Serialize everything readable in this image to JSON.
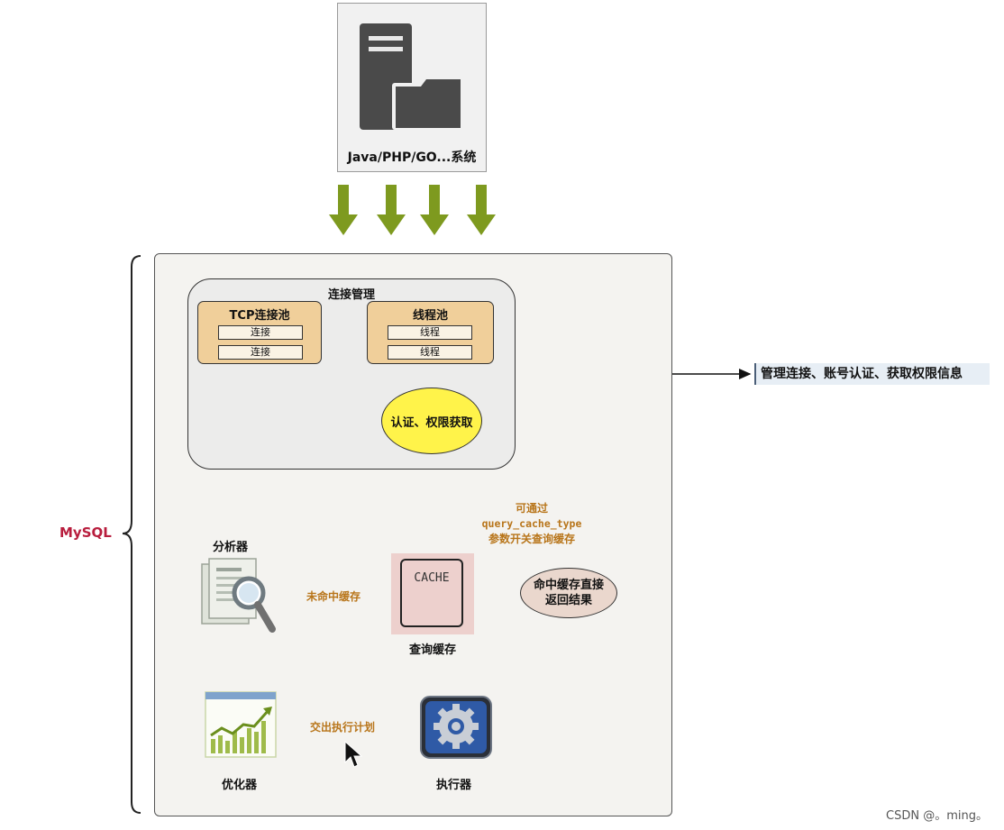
{
  "client": {
    "label": "Java/PHP/GO...系统"
  },
  "mysql": {
    "label": "MySQL"
  },
  "connection_management": {
    "title": "连接管理",
    "tcp_pool": {
      "title": "TCP连接池",
      "items": [
        "连接",
        "连接"
      ]
    },
    "thread_pool": {
      "title": "线程池",
      "items": [
        "线程",
        "线程"
      ]
    },
    "auth": "认证、权限获取"
  },
  "right_note": "管理连接、账号认证、获取权限信息",
  "query_cache": {
    "box_text": "CACHE",
    "label": "查询缓存",
    "bubble_line1": "可通过",
    "bubble_line2": "query_cache_type",
    "bubble_line3": "参数开关查询缓存",
    "hit_line1": "命中缓存直接",
    "hit_line2": "返回结果",
    "miss_label": "未命中缓存"
  },
  "analyzer": {
    "label": "分析器"
  },
  "optimizer": {
    "label": "优化器"
  },
  "executor": {
    "label": "执行器"
  },
  "plan_label": "交出执行计划",
  "watermark": "CSDN @。ming。",
  "colors": {
    "arrow_green": "#7e9a1f",
    "pool_fill": "#f0cf9a",
    "auth_fill": "#fff34a",
    "cache_fill": "#edd0cd",
    "accent_orange": "#b8751a",
    "mysql_label": "#b81d3d"
  }
}
